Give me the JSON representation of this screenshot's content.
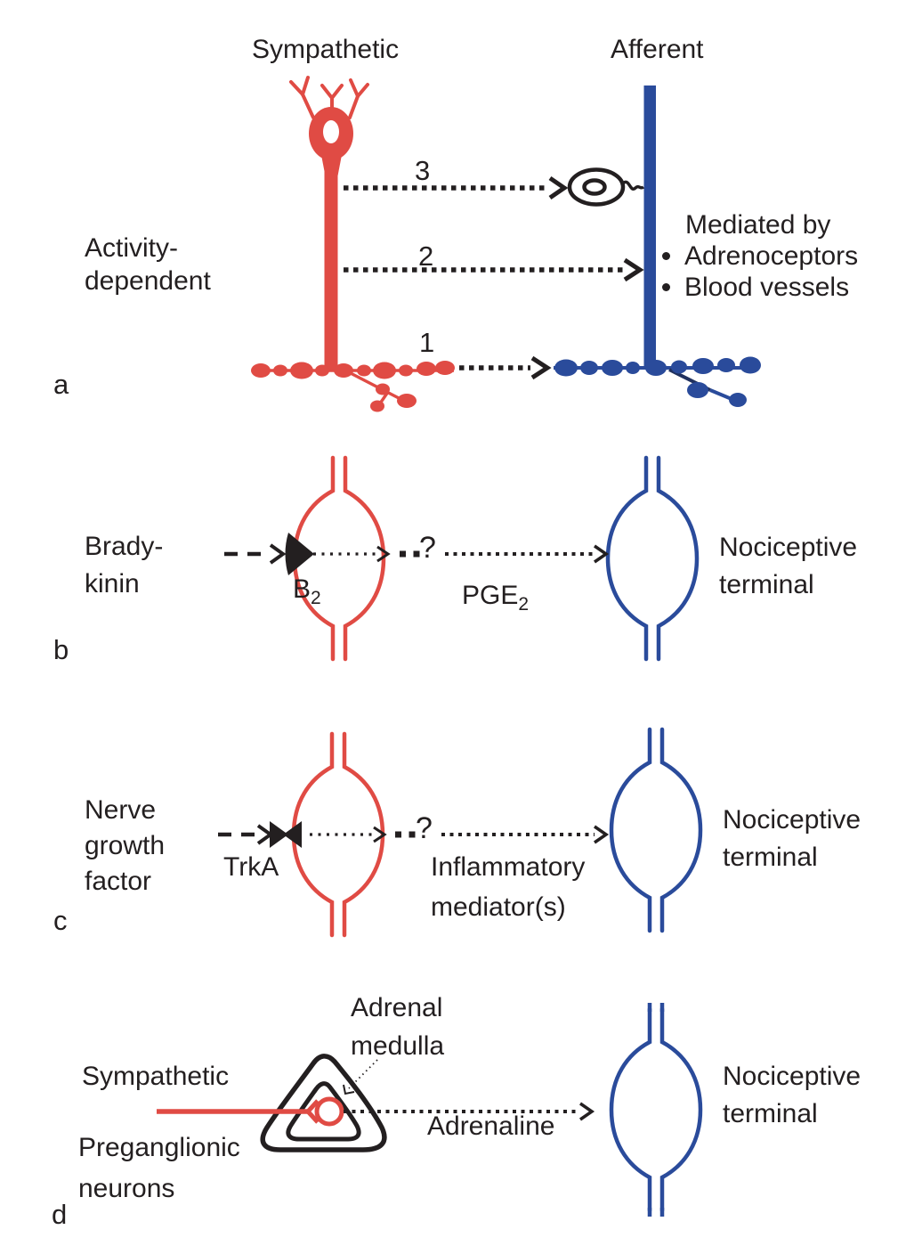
{
  "colors": {
    "red": "#e04b44",
    "blue": "#2a4b9b",
    "ink": "#231f20"
  },
  "header": {
    "sympathetic": "Sympathetic",
    "afferent": "Afferent"
  },
  "panel_a": {
    "letter": "a",
    "left_label_lines": [
      "Activity-",
      "dependent"
    ],
    "arrow_numbers": {
      "n1": "1",
      "n2": "2",
      "n3": "3"
    },
    "mediated": {
      "title": "Mediated by",
      "bullets": [
        "Adrenoceptors",
        "Blood vessels"
      ]
    }
  },
  "panel_b": {
    "letter": "b",
    "left_label_lines": [
      "Brady-",
      "kinin"
    ],
    "receptor": {
      "base": "B",
      "sub": "2"
    },
    "question": "?",
    "mediator": {
      "base": "PGE",
      "sub": "2"
    },
    "right_label_lines": [
      "Nociceptive",
      "terminal"
    ]
  },
  "panel_c": {
    "letter": "c",
    "left_label_lines": [
      "Nerve",
      "growth",
      "factor"
    ],
    "receptor": "TrkA",
    "question": "?",
    "mediator_lines": [
      "Inflammatory",
      "mediator(s)"
    ],
    "right_label_lines": [
      "Nociceptive",
      "terminal"
    ]
  },
  "panel_d": {
    "letter": "d",
    "gland_label_lines": [
      "Adrenal",
      "medulla"
    ],
    "left_label_top": "Sympathetic",
    "left_label_bottom_lines": [
      "Preganglionic",
      "neurons"
    ],
    "mediator": "Adrenaline",
    "right_label_lines": [
      "Nociceptive",
      "terminal"
    ]
  }
}
